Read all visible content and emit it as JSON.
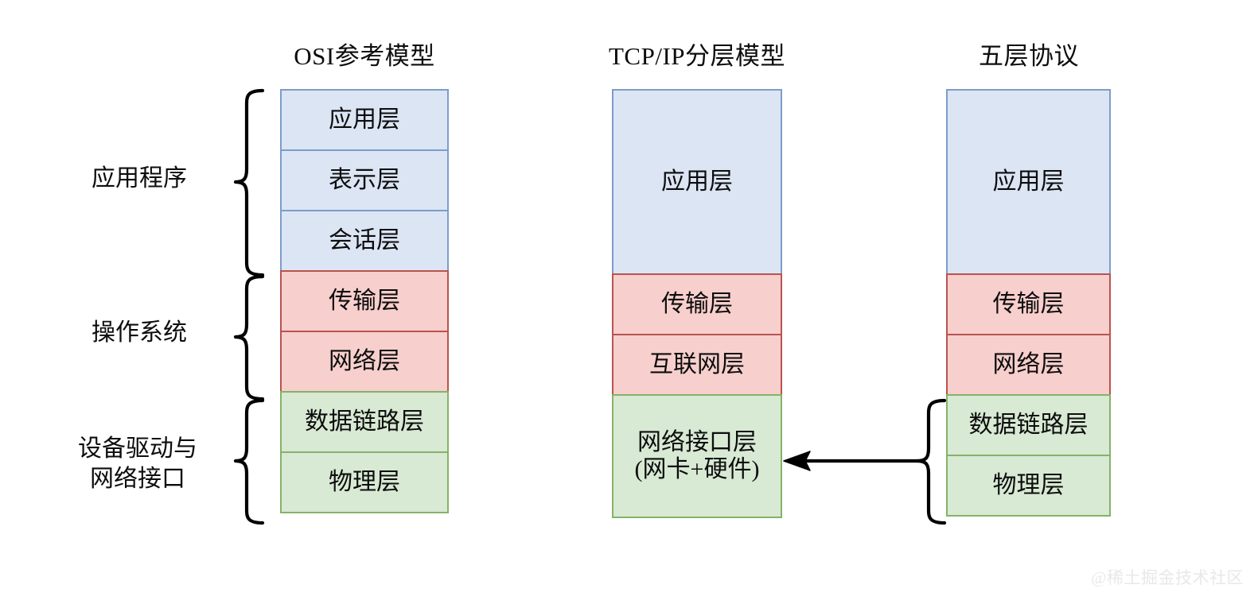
{
  "diagram": {
    "title_hidden": "OSI / TCP-IP / Five-layer network model comparison",
    "columns": [
      {
        "id": "osi",
        "title": "OSI参考模型",
        "layers": [
          {
            "label": "应用层",
            "color": "blue",
            "span": 1
          },
          {
            "label": "表示层",
            "color": "blue",
            "span": 1
          },
          {
            "label": "会话层",
            "color": "blue",
            "span": 1
          },
          {
            "label": "传输层",
            "color": "red",
            "span": 1
          },
          {
            "label": "网络层",
            "color": "red",
            "span": 1
          },
          {
            "label": "数据链路层",
            "color": "green",
            "span": 1
          },
          {
            "label": "物理层",
            "color": "green",
            "span": 1
          }
        ]
      },
      {
        "id": "tcpip",
        "title": "TCP/IP分层模型",
        "layers": [
          {
            "label": "应用层",
            "sub": "",
            "color": "blue",
            "span": 3
          },
          {
            "label": "传输层",
            "sub": "",
            "color": "red",
            "span": 1
          },
          {
            "label": "互联网层",
            "sub": "",
            "color": "red",
            "span": 1
          },
          {
            "label": "网络接口层",
            "sub": "(网卡+硬件)",
            "color": "green",
            "span": 2
          }
        ]
      },
      {
        "id": "five",
        "title": "五层协议",
        "layers": [
          {
            "label": "应用层",
            "color": "blue",
            "span": 3
          },
          {
            "label": "传输层",
            "color": "red",
            "span": 1
          },
          {
            "label": "网络层",
            "color": "red",
            "span": 1
          },
          {
            "label": "数据链路层",
            "color": "green",
            "span": 1
          },
          {
            "label": "物理层",
            "color": "green",
            "span": 1
          }
        ]
      }
    ],
    "group_labels": [
      {
        "id": "app",
        "text": "应用程序"
      },
      {
        "id": "os",
        "text": "操作系统"
      },
      {
        "id": "driver",
        "text": "设备驱动与\n网络接口"
      }
    ],
    "annotations": {
      "mapping_arrow": "数据链路层+物理层 → 网络接口层"
    },
    "colors": {
      "blue_fill": "#dbe5f4",
      "blue_border": "#7d9dc9",
      "red_fill": "#f7cfcd",
      "red_border": "#b9534f",
      "green_fill": "#d8e9d4",
      "green_border": "#84b367",
      "line": "#000000",
      "text": "#0d0d0d",
      "watermark": "#e8e8e8",
      "background": "#ffffff"
    }
  },
  "watermark": "@稀土掘金技术社区"
}
